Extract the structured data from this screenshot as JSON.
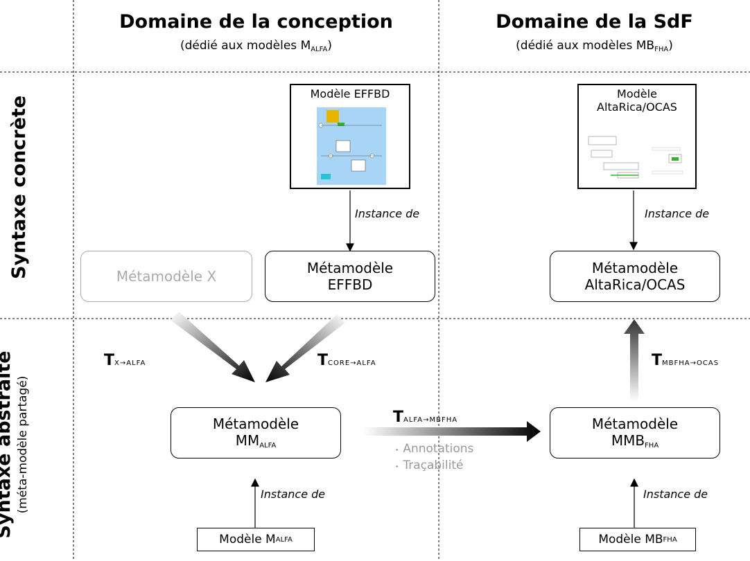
{
  "columns": {
    "conception": {
      "title": "Domaine de la conception",
      "subtitle_prefix": "(dédié aux modèles M",
      "subtitle_sub": "ALFA",
      "subtitle_suffix": ")"
    },
    "sdf": {
      "title": "Domaine de la SdF",
      "subtitle_prefix": "(dédié aux modèles MB",
      "subtitle_sub": "FHA",
      "subtitle_suffix": ")"
    }
  },
  "rows": {
    "concrete": {
      "title": "Syntaxe concrète"
    },
    "abstract": {
      "title": "Syntaxe abstraite",
      "subtitle": "(méta-modèle partagé)"
    }
  },
  "models": {
    "effbd": {
      "label": "Modèle EFFBD"
    },
    "altarica_line1": "Modèle",
    "altarica_line2": "AltaRica/OCAS",
    "m_alfa_prefix": "Modèle M",
    "m_alfa_sub": "ALFA",
    "mb_fha_prefix": "Modèle MB",
    "mb_fha_sub": "FHA"
  },
  "metamodels": {
    "x": "Métamodèle X",
    "effbd_line1": "Métamodèle",
    "effbd_line2": "EFFBD",
    "altarica_line1": "Métamodèle",
    "altarica_line2": "AltaRica/OCAS",
    "mm_alfa_line1": "Métamodèle",
    "mm_alfa_prefix": "MM",
    "mm_alfa_sub": "ALFA",
    "mmb_fha_line1": "Métamodèle",
    "mmb_fha_prefix": "MMB",
    "mmb_fha_sub": "FHA"
  },
  "relations": {
    "instance_de": "Instance de"
  },
  "transformations": {
    "t_x_alfa": {
      "main": "T",
      "sub": "X→ALFA"
    },
    "t_core_alfa": {
      "main": "T",
      "sub": "CORE→ALFA"
    },
    "t_alfa_mbfha": {
      "main": "T",
      "sub": "ALFA→MBFHA"
    },
    "t_mbfha_ocas": {
      "main": "T",
      "sub": "MBFHA→OCAS"
    }
  },
  "annotations": {
    "item1": "Annotations",
    "item2": "Traçabilité",
    "bullet": "‣"
  }
}
